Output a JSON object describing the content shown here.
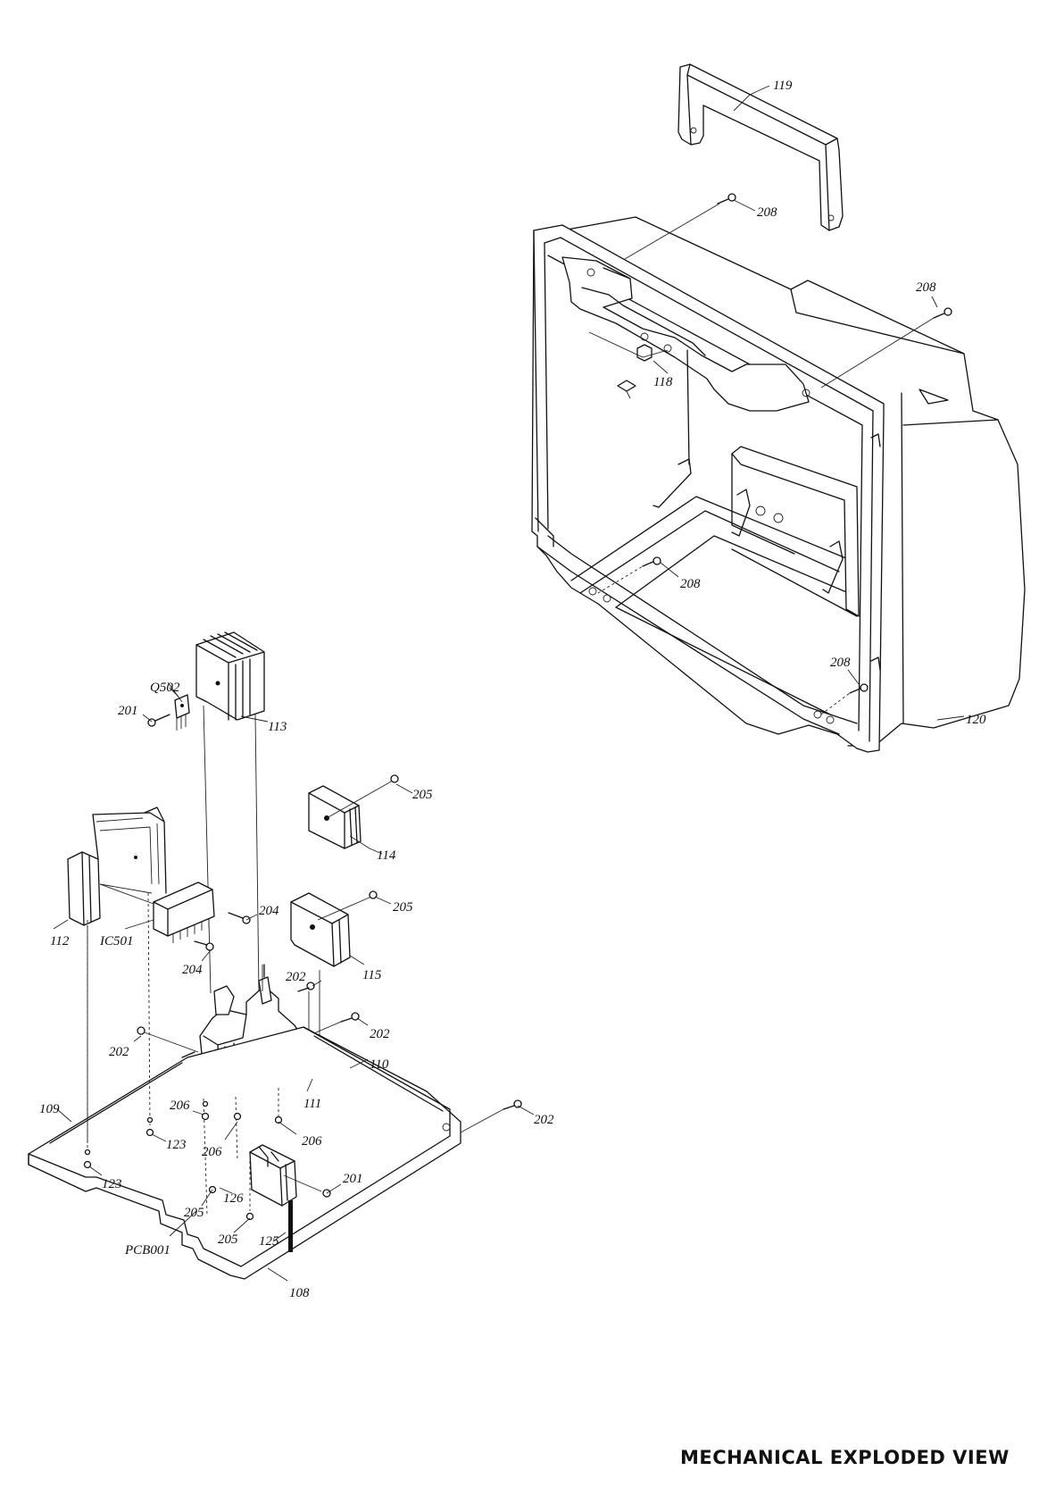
{
  "title": "MECHANICAL EXPLODED VIEW",
  "labels": [
    {
      "id": "119",
      "text": "119"
    },
    {
      "id": "208a",
      "text": "208"
    },
    {
      "id": "208b",
      "text": "208"
    },
    {
      "id": "118",
      "text": "118"
    },
    {
      "id": "208c",
      "text": "208"
    },
    {
      "id": "208d",
      "text": "208"
    },
    {
      "id": "120",
      "text": "120"
    },
    {
      "id": "q502",
      "text": "Q502"
    },
    {
      "id": "201a",
      "text": "201"
    },
    {
      "id": "113",
      "text": "113"
    },
    {
      "id": "205a",
      "text": "205"
    },
    {
      "id": "114",
      "text": "114"
    },
    {
      "id": "112",
      "text": "112"
    },
    {
      "id": "ic501",
      "text": "IC501"
    },
    {
      "id": "204a",
      "text": "204"
    },
    {
      "id": "204b",
      "text": "204"
    },
    {
      "id": "205b",
      "text": "205"
    },
    {
      "id": "115",
      "text": "115"
    },
    {
      "id": "202a",
      "text": "202"
    },
    {
      "id": "202b",
      "text": "202"
    },
    {
      "id": "202c",
      "text": "202"
    },
    {
      "id": "110",
      "text": "110"
    },
    {
      "id": "111",
      "text": "111"
    },
    {
      "id": "109",
      "text": "109"
    },
    {
      "id": "206a",
      "text": "206"
    },
    {
      "id": "123a",
      "text": "123"
    },
    {
      "id": "206b",
      "text": "206"
    },
    {
      "id": "206c",
      "text": "206"
    },
    {
      "id": "202d",
      "text": "202"
    },
    {
      "id": "123b",
      "text": "123"
    },
    {
      "id": "201b",
      "text": "201"
    },
    {
      "id": "126",
      "text": "126"
    },
    {
      "id": "205c",
      "text": "205"
    },
    {
      "id": "205d",
      "text": "205"
    },
    {
      "id": "125",
      "text": "125"
    },
    {
      "id": "pcb001",
      "text": "PCB001"
    },
    {
      "id": "108",
      "text": "108"
    }
  ]
}
